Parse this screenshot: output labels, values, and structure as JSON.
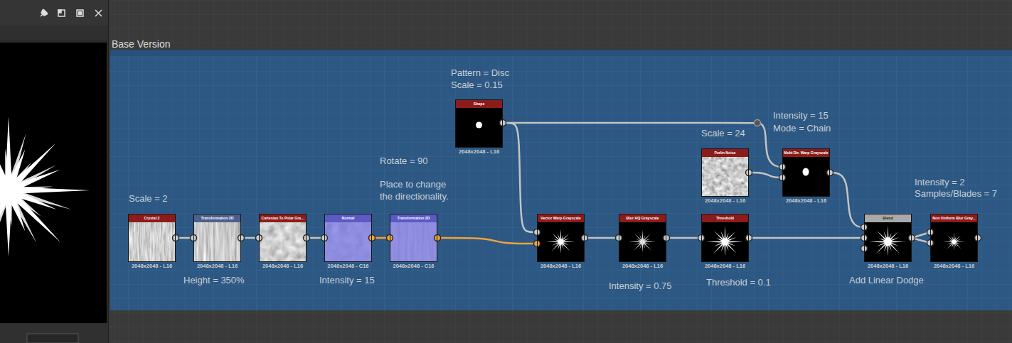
{
  "diagram": {
    "nodes": [
      {
        "text": [
          "Base Version"
        ]
      },
      {
        "text": [
          "Crystal 2",
          "2048x2048 - L16"
        ],
        "in": 0
      },
      {
        "text": [
          "Transformation 2D",
          "2048x2048 - L16"
        ],
        "in": 0
      },
      {
        "text": [
          "Cartesian To Polar Gra...",
          "2048x2048 - L16"
        ],
        "in": 0
      },
      {
        "text": [
          "Normal",
          "2048x2048 - C16"
        ],
        "in": 0
      },
      {
        "text": [
          "Transformation 2D",
          "2048x2048 - C16"
        ],
        "in": 0
      },
      {
        "text": [
          "Shape",
          "2048x2048 - L16"
        ],
        "in": 0
      },
      {
        "text": [
          "Vector Warp Grayscale",
          "2048x2048 - L16"
        ],
        "in": 0
      },
      {
        "text": [
          "Blur HQ Grayscale",
          "2048x2048 - L16"
        ],
        "in": 0
      },
      {
        "text": [
          "Threshold",
          "2048x2048 - L16"
        ],
        "in": 0
      },
      {
        "text": [
          "Perlin Noise",
          "2048x2048 - L16"
        ],
        "in": 0
      },
      {
        "text": [
          "Multi Dir. Warp Grayscale",
          "2048x2048 - L16"
        ],
        "in": 0
      },
      {
        "text": [
          "Blend",
          "2048x2048 - L16"
        ],
        "in": 0
      },
      {
        "text": [
          "Non Uniform Blur Gray...",
          "2048x2048 - L16"
        ],
        "in": 0
      }
    ],
    "edges": [
      {
        "from": 1,
        "to": 2,
        "arrow": "none"
      },
      {
        "from": 2,
        "to": 3,
        "arrow": "none"
      },
      {
        "from": 3,
        "to": 4,
        "arrow": "none"
      },
      {
        "from": 4,
        "to": 5,
        "arrow": "none"
      },
      {
        "from": 5,
        "to": 7,
        "arrow": "none"
      },
      {
        "from": 6,
        "to": 7,
        "arrow": "none"
      },
      {
        "from": 6,
        "to": 11,
        "arrow": "none"
      },
      {
        "from": 7,
        "to": 8,
        "arrow": "none"
      },
      {
        "from": 8,
        "to": 9,
        "arrow": "none"
      },
      {
        "from": 9,
        "to": 12,
        "arrow": "none"
      },
      {
        "from": 10,
        "to": 11,
        "arrow": "none"
      },
      {
        "from": 11,
        "to": 12,
        "arrow": "none"
      },
      {
        "from": 12,
        "to": 13,
        "arrow": "none"
      },
      {
        "from": 12,
        "to": 13,
        "arrow": "none"
      }
    ],
    "labels": [
      "Pattern = Disc",
      "Scale = 0.15",
      "Intensity = 15",
      "Mode = Chain",
      "Scale = 24",
      "Rotate = 90",
      "Place to change the directionality.",
      "Intensity = 2",
      "Samples/Blades = 7",
      "Scale = 2",
      "Height = 350%",
      "Intensity = 15",
      "Add Linear Dodge",
      "Threshold = 0.1",
      "Intensity = 0.75"
    ]
  }
}
